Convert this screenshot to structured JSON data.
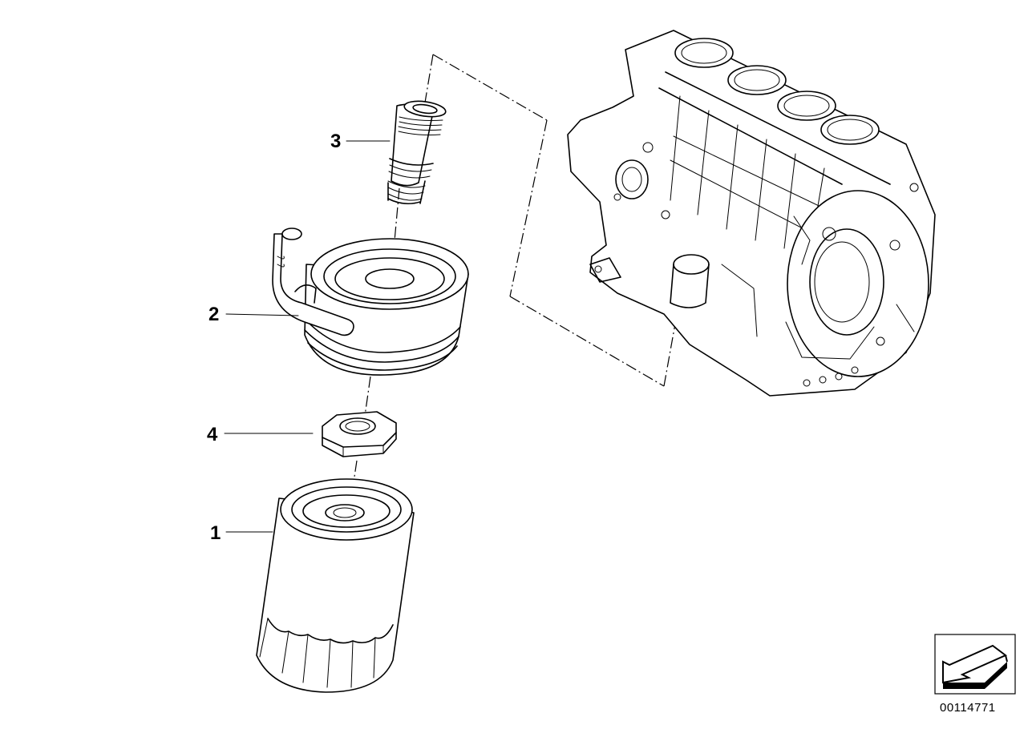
{
  "callouts": [
    {
      "id": "1",
      "label": "1"
    },
    {
      "id": "2",
      "label": "2"
    },
    {
      "id": "3",
      "label": "3"
    },
    {
      "id": "4",
      "label": "4"
    }
  ],
  "diagram_code": "00114771",
  "icons": {
    "view_arrow": "view-direction-arrow-icon"
  }
}
